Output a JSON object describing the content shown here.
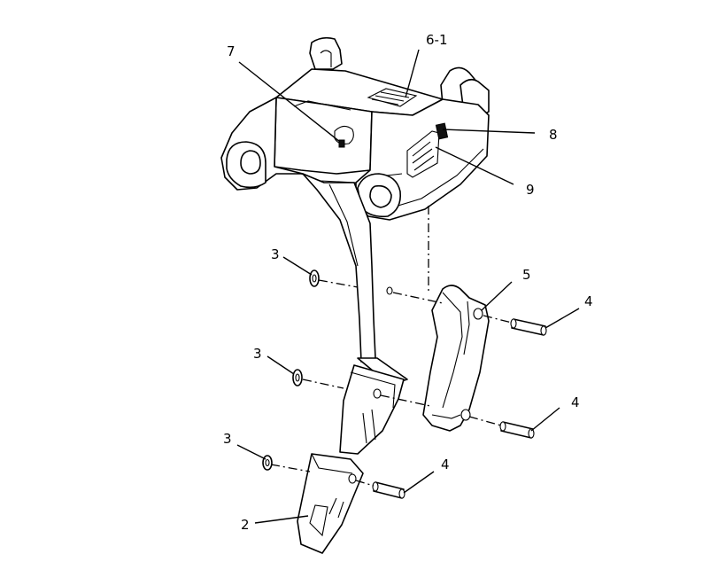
{
  "diagram": {
    "callouts": [
      {
        "id": "c-6-1",
        "label": "6-1"
      },
      {
        "id": "c-7",
        "label": "7"
      },
      {
        "id": "c-8",
        "label": "8"
      },
      {
        "id": "c-9",
        "label": "9"
      },
      {
        "id": "c-3a",
        "label": "3"
      },
      {
        "id": "c-3b",
        "label": "3"
      },
      {
        "id": "c-3c",
        "label": "3"
      },
      {
        "id": "c-5",
        "label": "5"
      },
      {
        "id": "c-4a",
        "label": "4"
      },
      {
        "id": "c-4b",
        "label": "4"
      },
      {
        "id": "c-4c",
        "label": "4"
      },
      {
        "id": "c-2",
        "label": "2"
      }
    ]
  }
}
